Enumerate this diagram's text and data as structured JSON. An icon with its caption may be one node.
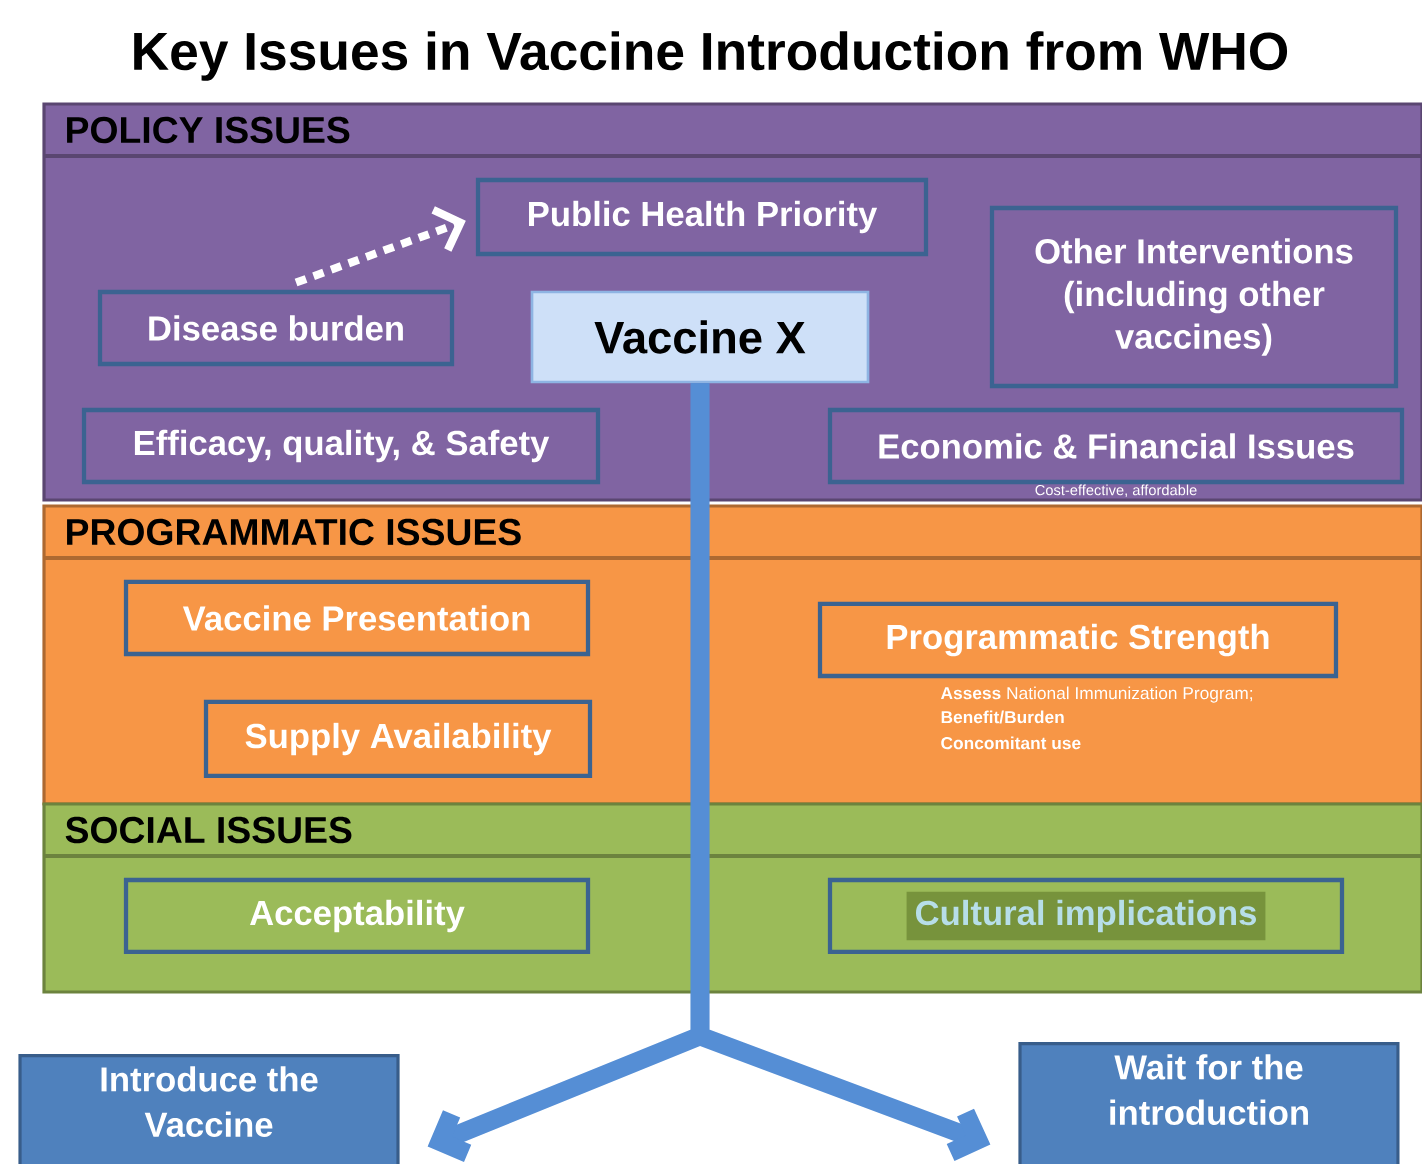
{
  "diagram": {
    "title": "Key Issues in Vaccine Introduction from WHO",
    "nodes": [
      {
        "text": [
          "POLICY ISSUES"
        ]
      },
      {
        "text": [
          "Public Health Priority"
        ],
        "in": 0
      },
      {
        "text": [
          "Other Interventions (including other vaccines)"
        ],
        "in": 0
      },
      {
        "text": [
          "Disease burden"
        ],
        "in": 0
      },
      {
        "text": [
          "Vaccine X"
        ],
        "in": 0
      },
      {
        "text": [
          "Efficacy, quality, & Safety"
        ],
        "in": 0
      },
      {
        "text": [
          "Economic & Financial Issues"
        ],
        "beside": [
          "Cost-effective, affordable"
        ],
        "in": 0
      },
      {
        "text": [
          "PROGRAMMATIC ISSUES"
        ]
      },
      {
        "text": [
          "Vaccine Presentation"
        ],
        "in": 7
      },
      {
        "text": [
          "Programmatic Strength"
        ],
        "beside": [
          "**Assess** National Immunization Program;",
          "Benefit/Burden",
          "Concomitant use"
        ],
        "in": 7
      },
      {
        "text": [
          "Supply Availability"
        ],
        "in": 7
      },
      {
        "text": [
          "SOCIAL ISSUES"
        ]
      },
      {
        "text": [
          "Acceptability"
        ],
        "in": 11
      },
      {
        "text": [
          "Cultural implications"
        ],
        "in": 11
      },
      {
        "text": [
          "Introduce the Vaccine"
        ]
      },
      {
        "text": [
          "Wait for the introduction"
        ]
      }
    ],
    "edges": [
      {
        "from": 3,
        "to": 1,
        "arrow": "to",
        "style": "dashed",
        "color": "#ffffff"
      },
      {
        "from": 4,
        "to": 14,
        "arrow": "to"
      },
      {
        "from": 4,
        "to": 15,
        "arrow": "to"
      }
    ]
  }
}
